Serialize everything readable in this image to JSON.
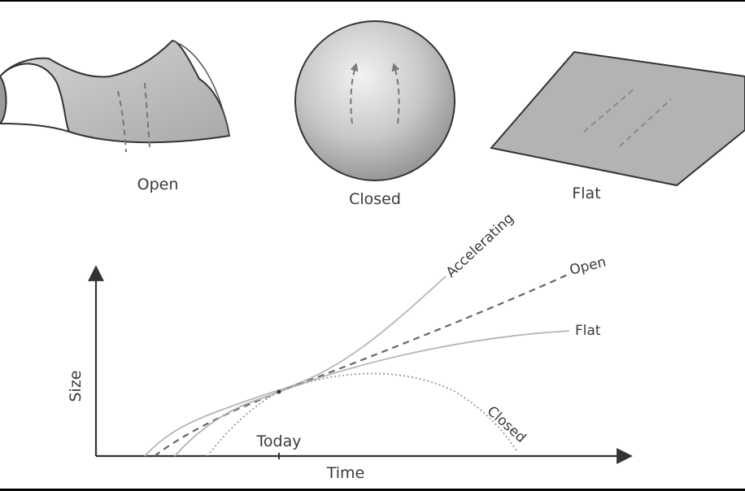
{
  "geometries": [
    {
      "id": "open",
      "label": "Open"
    },
    {
      "id": "closed",
      "label": "Closed"
    },
    {
      "id": "flat",
      "label": "Flat"
    }
  ],
  "graph": {
    "ylabel": "Size",
    "xlabel": "Time",
    "marker_label": "Today",
    "curves": [
      {
        "id": "accelerating",
        "label": "Accelerating",
        "style": "solid"
      },
      {
        "id": "open",
        "label": "Open",
        "style": "dashed"
      },
      {
        "id": "flat",
        "label": "Flat",
        "style": "solid"
      },
      {
        "id": "closed",
        "label": "Closed",
        "style": "dotted"
      }
    ]
  }
}
